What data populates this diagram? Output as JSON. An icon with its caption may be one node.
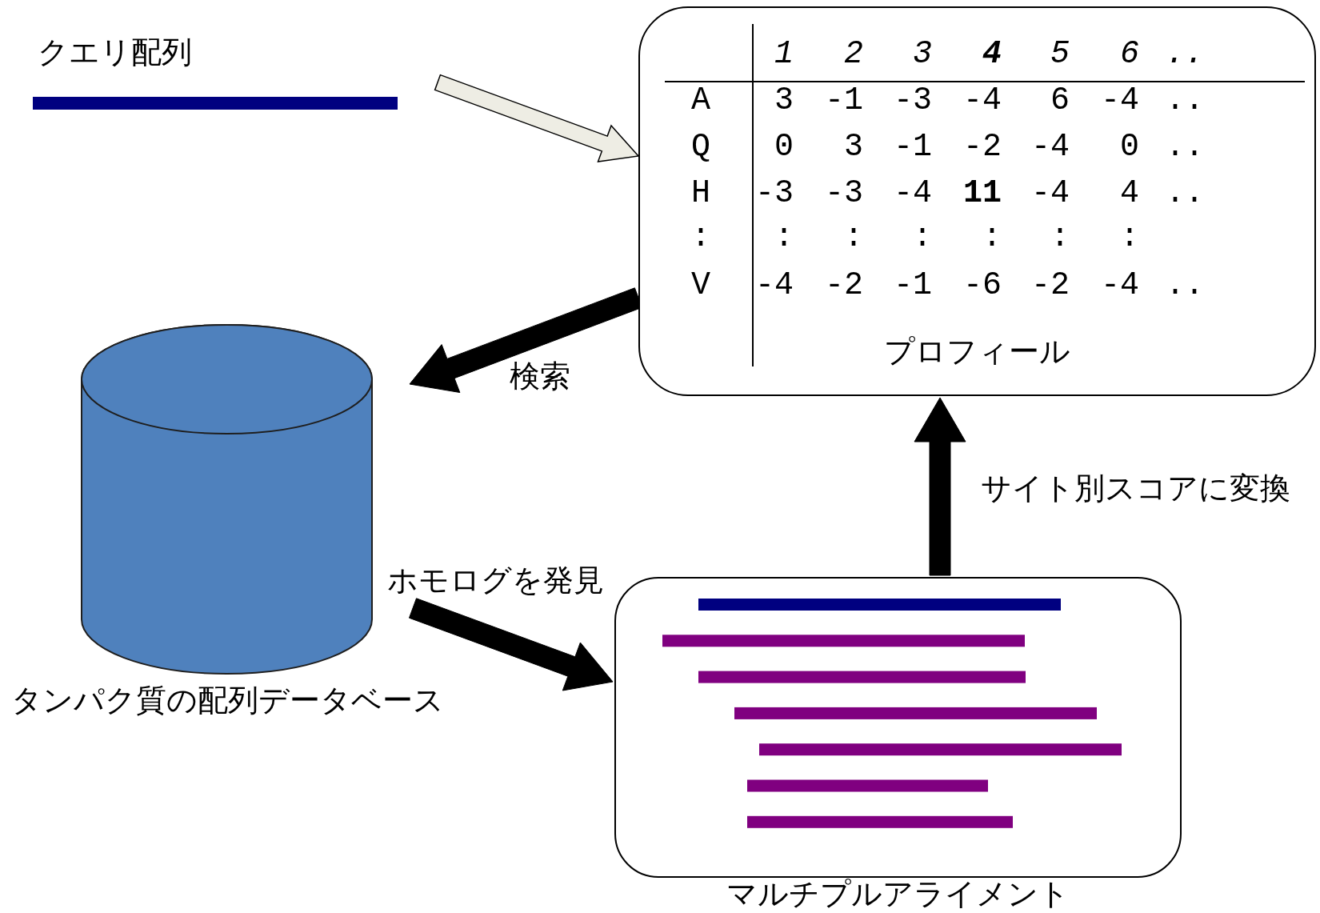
{
  "diagram": {
    "nodes": [
      {
        "text": [
          "クエリ配列"
        ]
      },
      {
        "text": [
          "プロフィール"
        ]
      },
      {
        "text": [
          "タンパク質の配列データベース"
        ]
      },
      {
        "text": [
          "マルチプルアライメント"
        ]
      }
    ],
    "edges": [
      {
        "from": 0,
        "to": 1,
        "arrow": "to",
        "color": "#eeede4"
      },
      {
        "from": 1,
        "to": 2,
        "arrow": "to",
        "label": "検索"
      },
      {
        "from": 2,
        "to": 3,
        "arrow": "to",
        "label": "ホモログを発見"
      },
      {
        "from": 3,
        "to": 1,
        "arrow": "to",
        "label": "サイト別スコアに変換"
      }
    ],
    "labels": [
      "1",
      "2",
      "3",
      "4",
      "5",
      "6",
      "..",
      "A",
      "3",
      "-1",
      "-3",
      "-4",
      "6",
      "-4",
      "..",
      "Q",
      "0",
      "3",
      "-1",
      "-2",
      "-4",
      "0",
      "..",
      "H",
      "-3",
      "-3",
      "-4",
      "11",
      "-4",
      "4",
      "..",
      ":",
      ":",
      ":",
      ":",
      ":",
      ":",
      ":",
      "V",
      "-4",
      "-2",
      "-1",
      "-6",
      "-2",
      "-4",
      ".."
    ]
  }
}
